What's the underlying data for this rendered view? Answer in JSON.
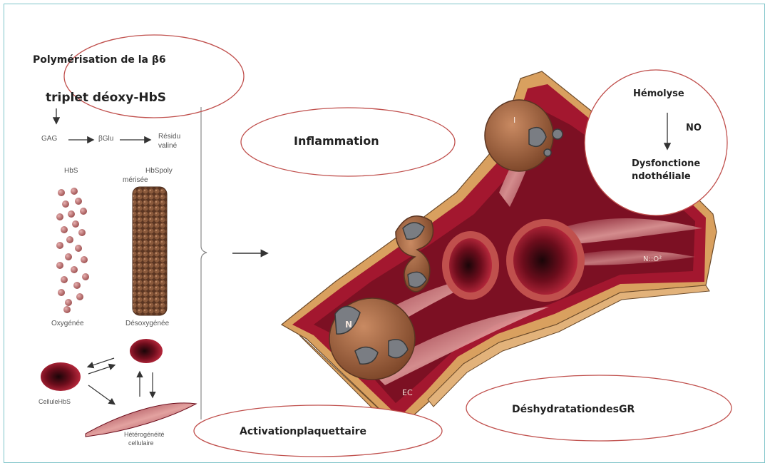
{
  "left_panel": {
    "title": "Polymérisation de la β6",
    "subtitle": "triplet déoxy-HbS",
    "chain": [
      "GAG",
      "βGlu",
      "Résidu",
      "valiné"
    ],
    "hbs_label": "HbS",
    "hbs_poly_label_1": "HbSpoly",
    "hbs_poly_label_2": "mérisée",
    "oxy_label": "Oxygénée",
    "deoxy_label": "Désoxygénée",
    "cell_label": "CelluleHbS",
    "hetero_label_1": "Hétérogénéité",
    "hetero_label_2": "cellulaire"
  },
  "bubbles": {
    "inflammation": "Inflammation",
    "hemolyse": "Hémolyse",
    "no": "NO",
    "dysfonction_1": "Dysfonctione",
    "dysfonction_2": "ndothéliale",
    "activation": "Activationplaquettaire",
    "deshydratation": "DéshydratationdesGR"
  },
  "vessel_labels": {
    "i": "I",
    "n": "N",
    "ec": "EC",
    "no2": "N::O²"
  },
  "colors": {
    "frame": "#7ec4c9",
    "ellipse": "#c0504d",
    "vessel_outer": "#d9a05f",
    "vessel_wall": "#a3172f",
    "cell_brown": "#9c6240",
    "rbc_dot": "#b97070"
  }
}
